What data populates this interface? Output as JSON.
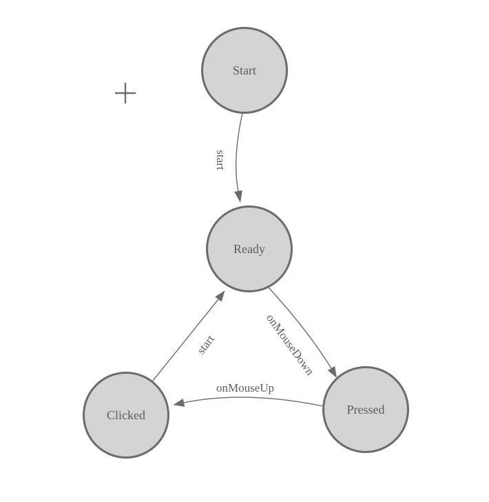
{
  "diagram": {
    "type": "state-machine",
    "colors": {
      "background": "#ffffff",
      "node_fill": "#d4d4d4",
      "node_border": "#6b6b6b",
      "edge": "#6b6b6b",
      "text": "#5c5c5c"
    },
    "nodes": [
      {
        "id": "start",
        "label": "Start"
      },
      {
        "id": "ready",
        "label": "Ready"
      },
      {
        "id": "clicked",
        "label": "Clicked"
      },
      {
        "id": "pressed",
        "label": "Pressed"
      }
    ],
    "edges": [
      {
        "from": "Start",
        "to": "Ready",
        "label": "start"
      },
      {
        "from": "Ready",
        "to": "Pressed",
        "label": "onMouseDown"
      },
      {
        "from": "Pressed",
        "to": "Clicked",
        "label": "onMouseUp"
      },
      {
        "from": "Clicked",
        "to": "Ready",
        "label": "start"
      }
    ],
    "icons": [
      {
        "name": "crosshair-plus-icon"
      }
    ]
  }
}
